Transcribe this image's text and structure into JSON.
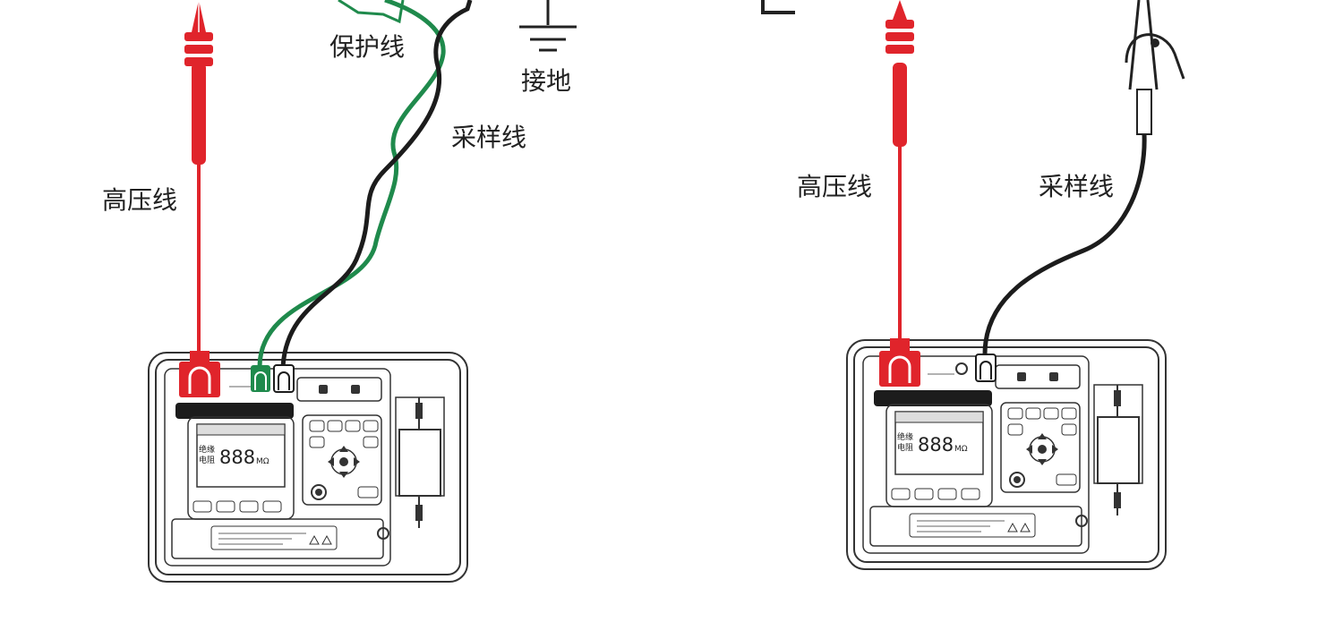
{
  "left_diagram": {
    "labels": {
      "high_voltage": "高压线",
      "guard": "保护线",
      "sampling": "采样线",
      "ground": "接地"
    },
    "display": {
      "value": "888",
      "unit": "MΩ",
      "caption_1": "绝缘",
      "caption_2": "电阻"
    }
  },
  "right_diagram": {
    "labels": {
      "high_voltage": "高压线",
      "sampling": "采样线"
    },
    "display": {
      "value": "888",
      "unit": "MΩ",
      "caption_1": "绝缘",
      "caption_2": "电阻"
    }
  },
  "colors": {
    "high_voltage": "#e0242b",
    "guard": "#1f8a4c",
    "sampling": "#1c1c1c",
    "outline": "#333333"
  }
}
